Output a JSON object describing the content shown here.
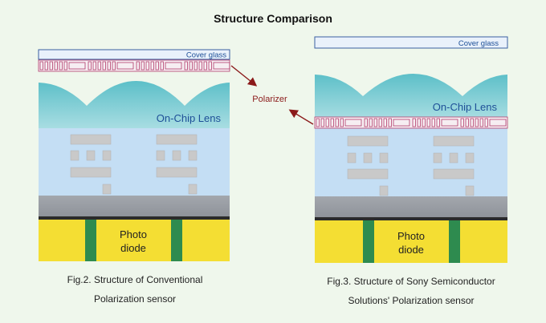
{
  "title": "Structure Comparison",
  "polarizer_label": "Polarizer",
  "left_figure": {
    "cover_glass_label": "Cover glass",
    "lens_label": "On-Chip Lens",
    "photodiode_label_line1": "Photo",
    "photodiode_label_line2": "diode",
    "caption_line1": "Fig.2. Structure of Conventional",
    "caption_line2": "Polarization sensor"
  },
  "right_figure": {
    "cover_glass_label": "Cover glass",
    "lens_label": "On-Chip Lens",
    "photodiode_label_line1": "Photo",
    "photodiode_label_line2": "diode",
    "caption_line1": "Fig.3. Structure of Sony Semiconductor",
    "caption_line2": "Solutions' Polarization sensor"
  },
  "colors": {
    "background": "#eff7ec",
    "cover_glass": "#e9f1fb",
    "lens": "#5fc1c9",
    "substrate": "#c4def4",
    "wiring": "#c9c9c9",
    "gray_layer": "#9a9ea5",
    "photodiode": "#f4de33",
    "separator": "#2e8b4f",
    "polarizer": "#b23a6a",
    "arrow": "#8b1a1a",
    "lens_text": "#1d4f97"
  }
}
